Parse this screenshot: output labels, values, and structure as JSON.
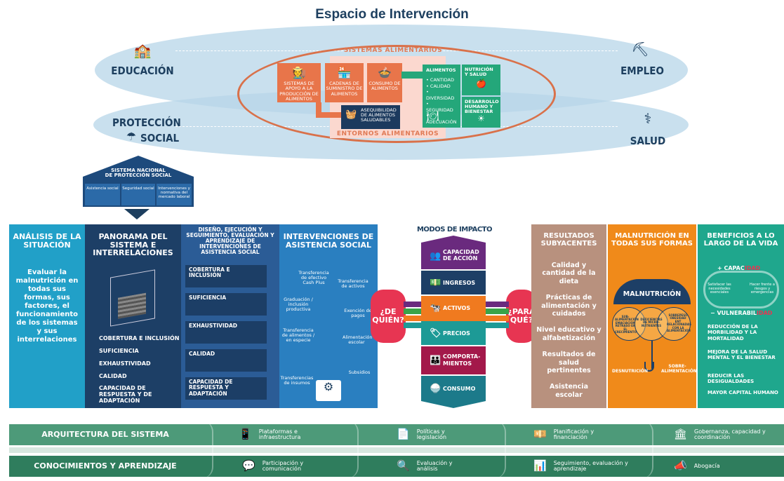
{
  "header": {
    "title": "Espacio de Intervención"
  },
  "colors": {
    "navy": "#1d3f5f",
    "light_blue": "#b7d5e8",
    "orange": "#e8754a",
    "green": "#24a77a",
    "teal": "#21a0c8",
    "brown": "#b8917e",
    "bright_orange": "#f08a1a",
    "footer_green": "#4d9a79"
  },
  "top": {
    "domains": {
      "education": "EDUCACIÓN",
      "employment": "EMPLEO",
      "social_protection_1": "PROTECCIÓN",
      "social_protection_2": "SOCIAL",
      "health": "SALUD"
    },
    "food_systems": "SISTEMAS ALIMENTARIOS",
    "food_environments": "ENTORNOS ALIMENTARIOS",
    "orange_boxes": [
      "SISTEMAS DE APOYO A LA PRODUCCIÓN DE ALIMENTOS",
      "CADENAS DE SUMINISTRO DE ALIMENTOS",
      "CONSUMO DE ALIMENTOS"
    ],
    "affordability": "ASEQUIBILIDAD DE ALIMENTOS SALUDABLES",
    "foods": {
      "title": "ALIMENTOS",
      "items": [
        "• CANTIDAD",
        "• CALIDAD",
        "• DIVERSIDAD",
        "• SEGURIDAD",
        "• ADECUACIÓN"
      ]
    },
    "nutrition_health": "NUTRICIÓN Y SALUD",
    "human_development": "DESARROLLO HUMANO Y BIENESTAR"
  },
  "house": {
    "title_1": "SISTEMA NACIONAL",
    "title_2": "DE PROTECCIÓN SOCIAL",
    "columns": [
      "Asistencia social",
      "Seguridad social",
      "Intervenciones y normativa del mercado laboral"
    ]
  },
  "columns": {
    "analysis": {
      "title": "ANÁLISIS DE LA SITUACIÓN",
      "body": "Evaluar la malnutrición en todas sus formas, sus factores, el funcionamiento de los sistemas y sus interrelaciones"
    },
    "overview": {
      "title": "PANORAMA DEL SISTEMA E INTERRELACIONES",
      "items": [
        "COBERTURA E INCLUSIÓN",
        "SUFICIENCIA",
        "EXHAUSTIVIDAD",
        "CALIDAD",
        "CAPACIDAD DE RESPUESTA Y DE ADAPTACIÓN"
      ]
    },
    "design": {
      "title": "DISEÑO, EJECUCIÓN Y SEGUIMIENTO, EVALUACIÓN Y APRENDIZAJE DE INTERVENCIONES DE ASISTENCIA SOCIAL",
      "items": [
        "COBERTURA E INCLUSIÓN",
        "SUFICIENCIA",
        "EXHAUSTIVIDAD",
        "CALIDAD",
        "CAPACIDAD DE RESPUESTA Y ADAPTACIÓN"
      ]
    },
    "interventions": {
      "title": "INTERVENCIONES DE ASISTENCIA SOCIAL",
      "items": [
        "Transferencia de efectivo Cash Plus",
        "Transferencia de activos",
        "Graduación / inclusión productiva",
        "Exención de pagos",
        "Transferencia de alimentos / en especie",
        "Alimentación escolar",
        "Transferencias de insumos",
        "Subsidios"
      ]
    },
    "who": "¿DE QUIÉN?",
    "what_for": "¿PARA QUÉ?",
    "modes": {
      "title": "MODOS DE IMPACTO",
      "items": [
        "CAPACIDAD DE ACCIÓN",
        "INGRESOS",
        "ACTIVOS",
        "PRECIOS",
        "COMPORTA- MIENTOS",
        "CONSUMO"
      ]
    },
    "outcomes": {
      "title": "RESULTADOS SUBYACENTES",
      "items": [
        "Calidad y cantidad de la dieta",
        "Prácticas de alimentación y cuidados",
        "Nivel educativo y alfabetización",
        "Resultados de salud pertinentes",
        "Asistencia escolar"
      ]
    },
    "malnutrition": {
      "title": "MALNUTRICIÓN EN TODAS SUS FORMAS",
      "umbrella": "MALNUTRICIÓN",
      "circles": [
        "SUB-ALIMENTACIÓN EMACIACIÓN RETRASO EN EL CRECIMIENTO",
        "DEFICIENCIAS DE MICRO-NUTRIENTES",
        "SOBREPESO OBESIDAD ENT RELACIONADAS CON LA ALIMENTACIÓN"
      ],
      "under": "DESNUTRICIÓN",
      "over": "SOBRE-ALIMENTACIÓN"
    },
    "benefits": {
      "title": "BENEFICIOS A LO LARGO DE LA VIDA",
      "capacity_prefix": "+ CAPAC",
      "capacity_suffix": "IDAD",
      "capacity_left": "Satisfacer las necesidades esenciales",
      "capacity_right": "Hacer frente a riesgos y emergencias",
      "vuln_prefix": "− VULNERABIL",
      "vuln_suffix": "IDAD",
      "items": [
        "REDUCCIÓN DE LA MORBILIDAD Y LA MORTALIDAD",
        "MEJORA DE LA SALUD MENTAL Y EL BIENESTAR",
        "REDUCIR LAS DESIGUALDADES",
        "MAYOR CAPITAL HUMANO"
      ]
    }
  },
  "footer": {
    "row1": {
      "label": "ARQUITECTURA DEL SISTEMA",
      "items": [
        "Plataformas e infraestructura",
        "Políticas y legislación",
        "Planificación y financiación",
        "Gobernanza, capacidad y coordinación"
      ]
    },
    "row2": {
      "label": "CONOCIMIENTOS Y APRENDIZAJE",
      "items": [
        "Participación y comunicación",
        "Evaluación y análisis",
        "Seguimiento, evaluación y aprendizaje",
        "Abogacía"
      ]
    }
  }
}
